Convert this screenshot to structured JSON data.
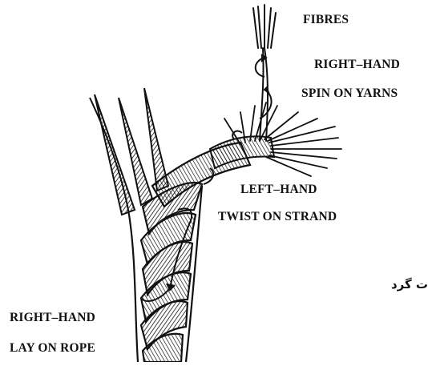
{
  "labels": {
    "fibres": "FIBRES",
    "right_hand_1": "RIGHT–HAND",
    "spin_on_yarns": "SPIN ON YARNS",
    "left_hand": "LEFT–HAND",
    "twist_on_strand": "TWIST ON STRAND",
    "right_hand_2": "RIGHT–HAND",
    "lay_on_rope": "LAY ON ROPE",
    "persian_fragment": "ت گرد"
  },
  "icons": [
    "rope-illustration",
    "yarn-fibres-icon",
    "twist-arrow-icon"
  ]
}
